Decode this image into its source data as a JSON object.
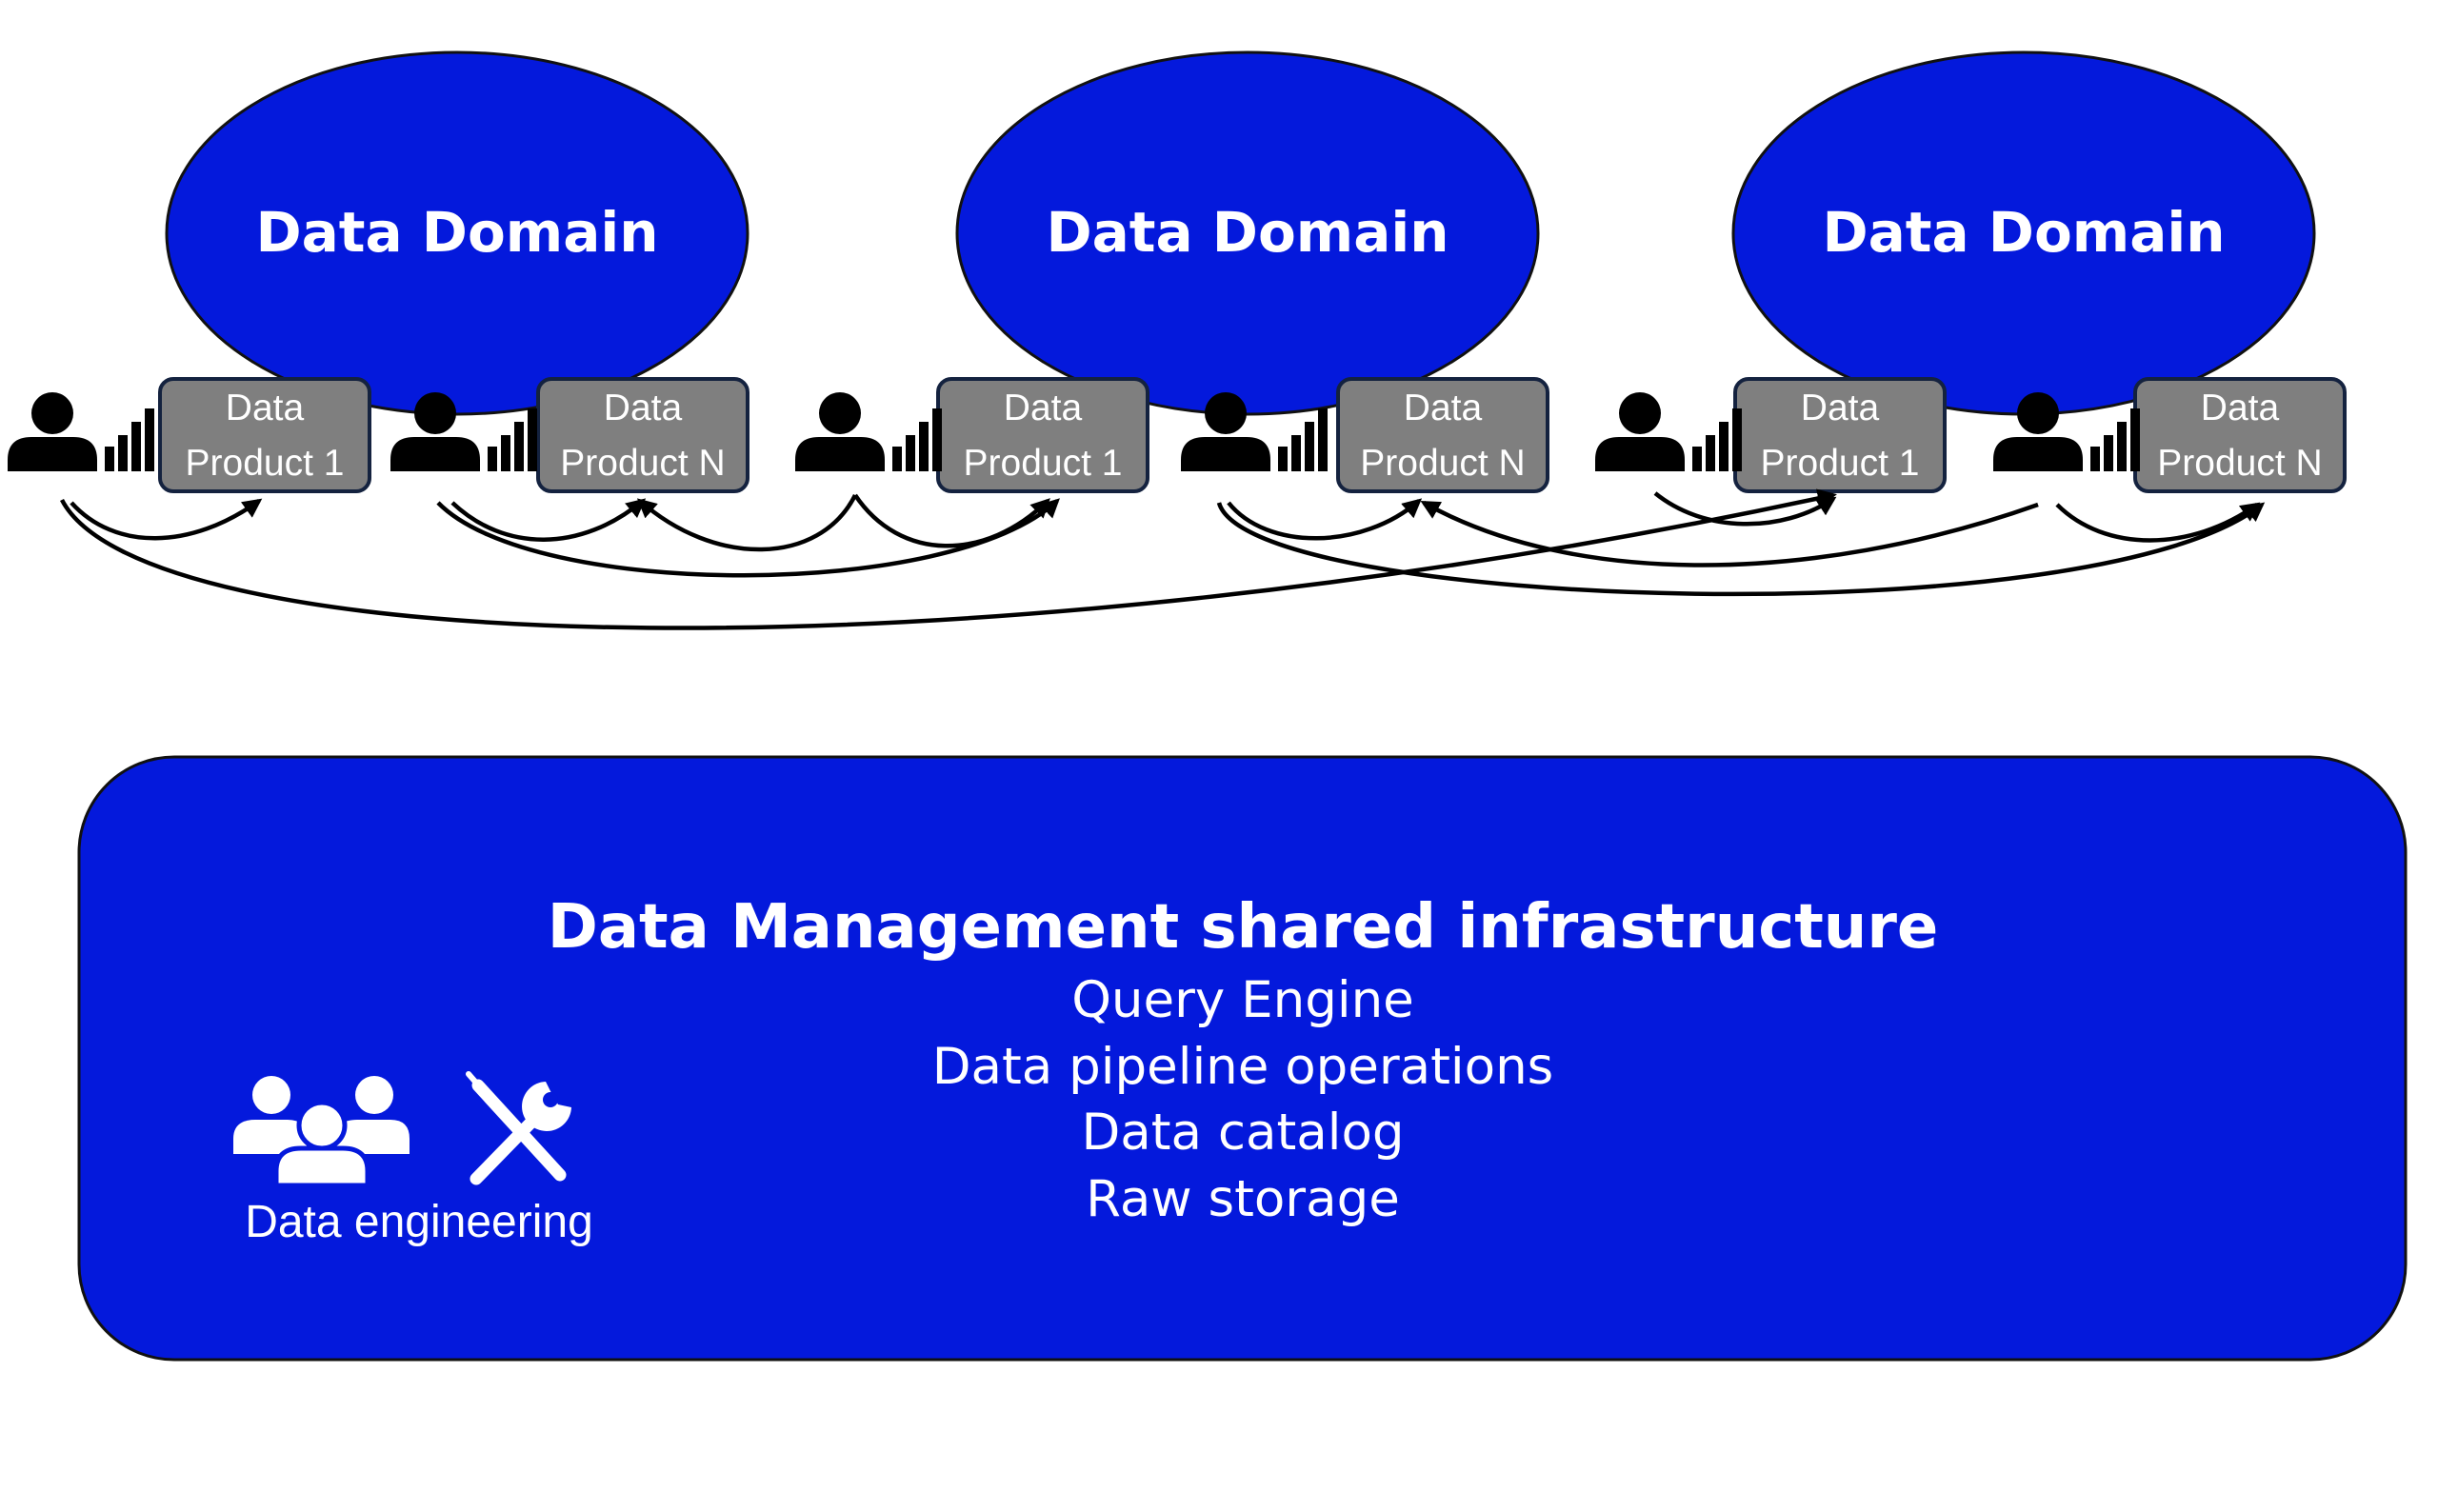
{
  "colors": {
    "domain_fill": "#0419dc",
    "product_fill": "#7f7f7f",
    "product_stroke": "#14223f",
    "infra_fill": "#0419dc",
    "text": "#ffffff",
    "edge": "#000000"
  },
  "domains": [
    {
      "label": "Data Domain"
    },
    {
      "label": "Data Domain"
    },
    {
      "label": "Data Domain"
    }
  ],
  "products": [
    {
      "line1": "Data",
      "line2": "Product 1"
    },
    {
      "line1": "Data",
      "line2": "Product N"
    },
    {
      "line1": "Data",
      "line2": "Product 1"
    },
    {
      "line1": "Data",
      "line2": "Product N"
    },
    {
      "line1": "Data",
      "line2": "Product 1"
    },
    {
      "line1": "Data",
      "line2": "Product N"
    }
  ],
  "icons": {
    "consumer": "person-with-bar-chart-icon",
    "team": "people-group-icon",
    "tools": "wrench-screwdriver-icon"
  },
  "infrastructure": {
    "title": "Data Management shared infrastructure",
    "items": [
      "Query Engine",
      "Data pipeline operations",
      "Data catalog",
      "Raw storage"
    ],
    "team_label": "Data engineering"
  }
}
